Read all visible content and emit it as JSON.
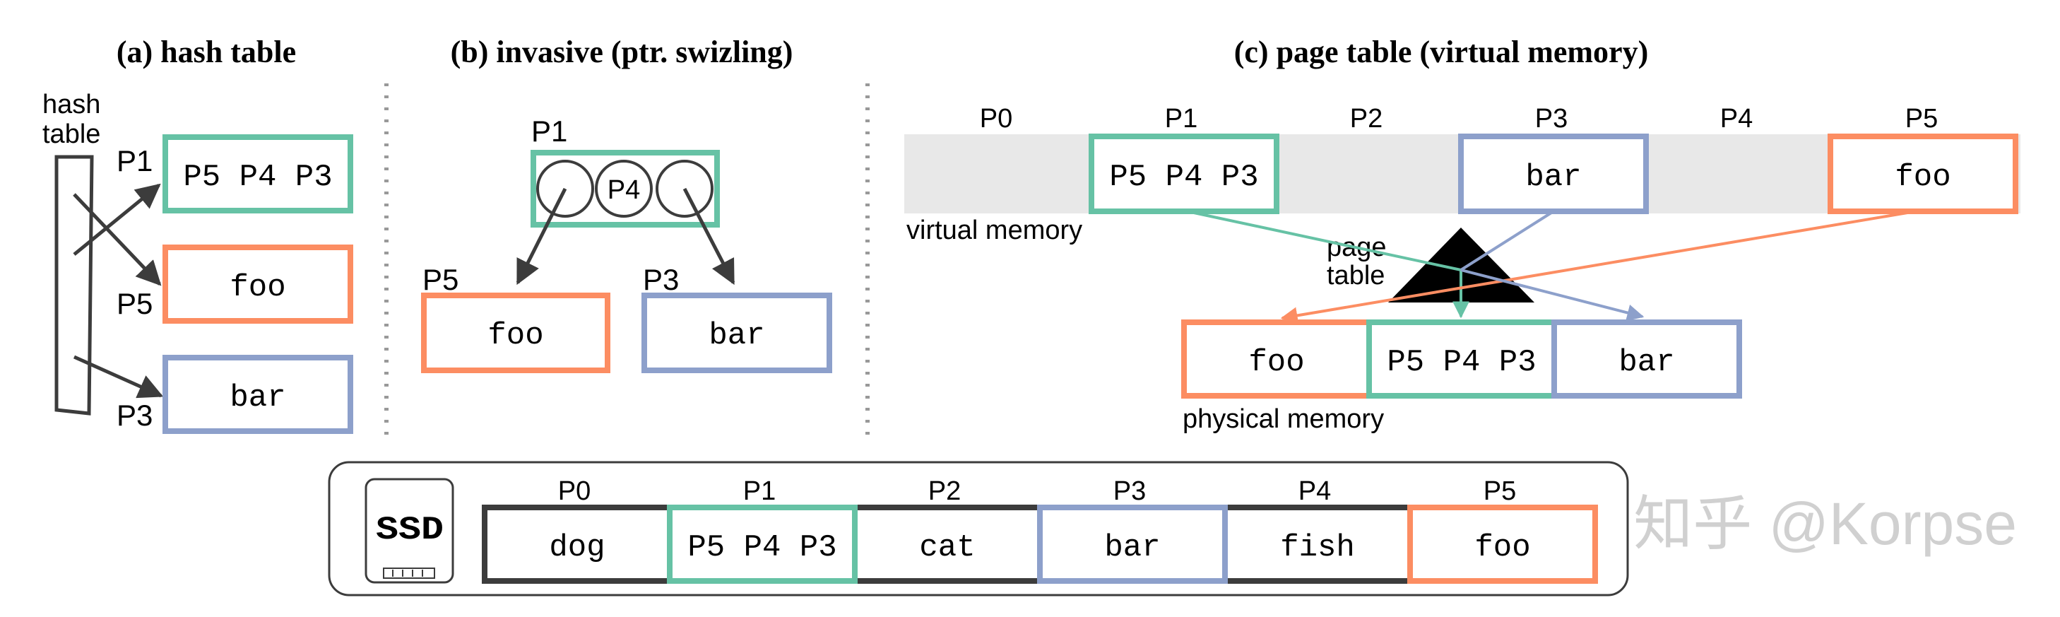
{
  "colors": {
    "green": "#66c2a5",
    "orange": "#fc8d62",
    "blue": "#8da0cb",
    "dark": "#3c3c3c",
    "gray": "#e8e8e8",
    "dotted": "#999999"
  },
  "panel_a": {
    "title": "(a) hash table",
    "hash_label_1": "hash",
    "hash_label_2": "table",
    "pages": [
      {
        "label": "P1",
        "content": "P5 P4 P3"
      },
      {
        "label": "P5",
        "content": "foo"
      },
      {
        "label": "P3",
        "content": "bar"
      }
    ]
  },
  "panel_b": {
    "title": "(b) invasive (ptr. swizling)",
    "p1_label": "P1",
    "slot_middle": "P4",
    "p5_label": "P5",
    "p5_content": "foo",
    "p3_label": "P3",
    "p3_content": "bar"
  },
  "panel_c": {
    "title": "(c) page table (virtual memory)",
    "virtual_pages": [
      "P0",
      "P1",
      "P2",
      "P3",
      "P4",
      "P5"
    ],
    "virtual_contents": {
      "P1": "P5 P4 P3",
      "P3": "bar",
      "P5": "foo"
    },
    "virtual_label": "virtual memory",
    "page_table_1": "page",
    "page_table_2": "table",
    "physical": [
      "foo",
      "P5 P4 P3",
      "bar"
    ],
    "physical_label": "physical memory"
  },
  "ssd": {
    "icon_text": "SSD",
    "pages": [
      {
        "label": "P0",
        "content": "dog"
      },
      {
        "label": "P1",
        "content": "P5 P4 P3"
      },
      {
        "label": "P2",
        "content": "cat"
      },
      {
        "label": "P3",
        "content": "bar"
      },
      {
        "label": "P4",
        "content": "fish"
      },
      {
        "label": "P5",
        "content": "foo"
      }
    ]
  },
  "watermark": "知乎 @Korpse"
}
